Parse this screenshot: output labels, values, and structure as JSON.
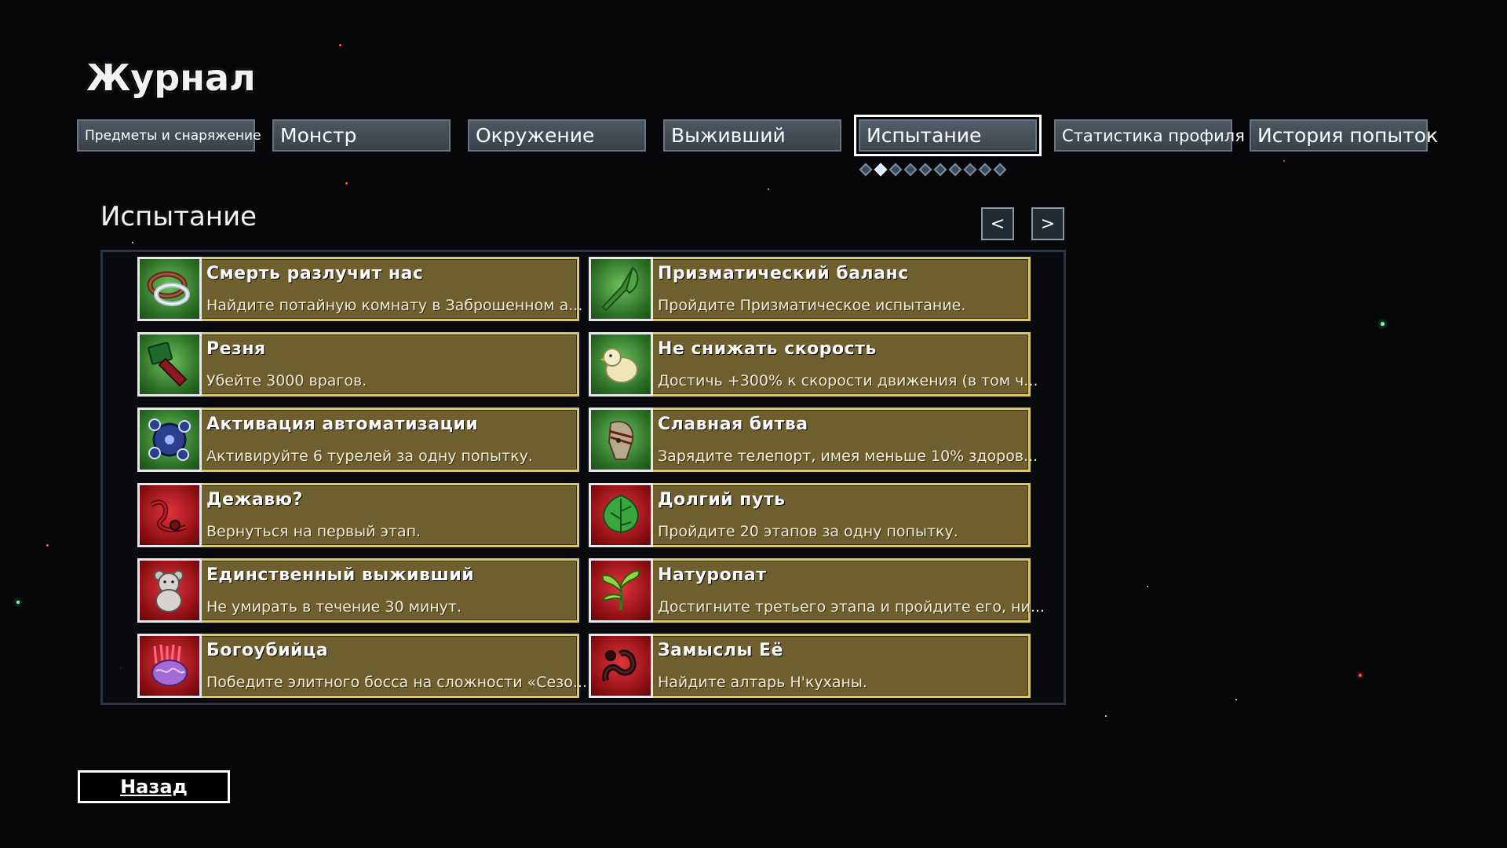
{
  "page_title": "Журнал",
  "tabs": [
    {
      "label": "Предметы и снаряжение",
      "active": false
    },
    {
      "label": "Монстр",
      "active": false
    },
    {
      "label": "Окружение",
      "active": false
    },
    {
      "label": "Выживший",
      "active": false
    },
    {
      "label": "Испытание",
      "active": true
    },
    {
      "label": "Статистика профиля",
      "active": false
    },
    {
      "label": "История попыток",
      "active": false
    }
  ],
  "page_indicator": {
    "total": 10,
    "current": 2
  },
  "section_title": "Испытание",
  "prev_label": "<",
  "next_label": ">",
  "achievements": [
    {
      "title": "Смерть разлучит нас",
      "desc": "Найдите потайную комнату в Заброшенном а...",
      "icon": "rings-icon",
      "theme": "green"
    },
    {
      "title": "Призматический баланс",
      "desc": "Пройдите Призматическое испытание.",
      "icon": "scythe-icon",
      "theme": "green"
    },
    {
      "title": "Резня",
      "desc": "Убейте 3000 врагов.",
      "icon": "cleaver-icon",
      "theme": "green"
    },
    {
      "title": "Не снижать скорость",
      "desc": "Достичь +300% к скорости движения (в том ч...",
      "icon": "chick-icon",
      "theme": "green"
    },
    {
      "title": "Активация автоматизации",
      "desc": "Активируйте 6 турелей за одну попытку.",
      "icon": "drone-icon",
      "theme": "green"
    },
    {
      "title": "Славная битва",
      "desc": "Зарядите телепорт, имея меньше 10% здоров...",
      "icon": "bandaged-head-icon",
      "theme": "green"
    },
    {
      "title": "Дежавю?",
      "desc": "Вернуться на первый этап.",
      "icon": "ribbon-icon",
      "theme": "red"
    },
    {
      "title": "Долгий путь",
      "desc": "Пройдите 20 этапов за одну попытку.",
      "icon": "leaf-icon",
      "theme": "red"
    },
    {
      "title": "Единственный выживший",
      "desc": "Не умирать в течение 30 минут.",
      "icon": "teddy-bear-icon",
      "theme": "red"
    },
    {
      "title": "Натуропат",
      "desc": "Достигните третьего этапа и пройдите его, ни...",
      "icon": "plant-icon",
      "theme": "red"
    },
    {
      "title": "Богоубийца",
      "desc": "Победите элитного босса на сложности «Сезо...",
      "icon": "brain-icon",
      "theme": "red"
    },
    {
      "title": "Замыслы Её",
      "desc": "Найдите алтарь Н'куханы.",
      "icon": "serpent-icon",
      "theme": "red"
    }
  ],
  "back_label": "Назад",
  "colors": {
    "card_bg": "#6f5f2e",
    "card_border": "#d8c86a",
    "tab_bg": "#444c56"
  }
}
